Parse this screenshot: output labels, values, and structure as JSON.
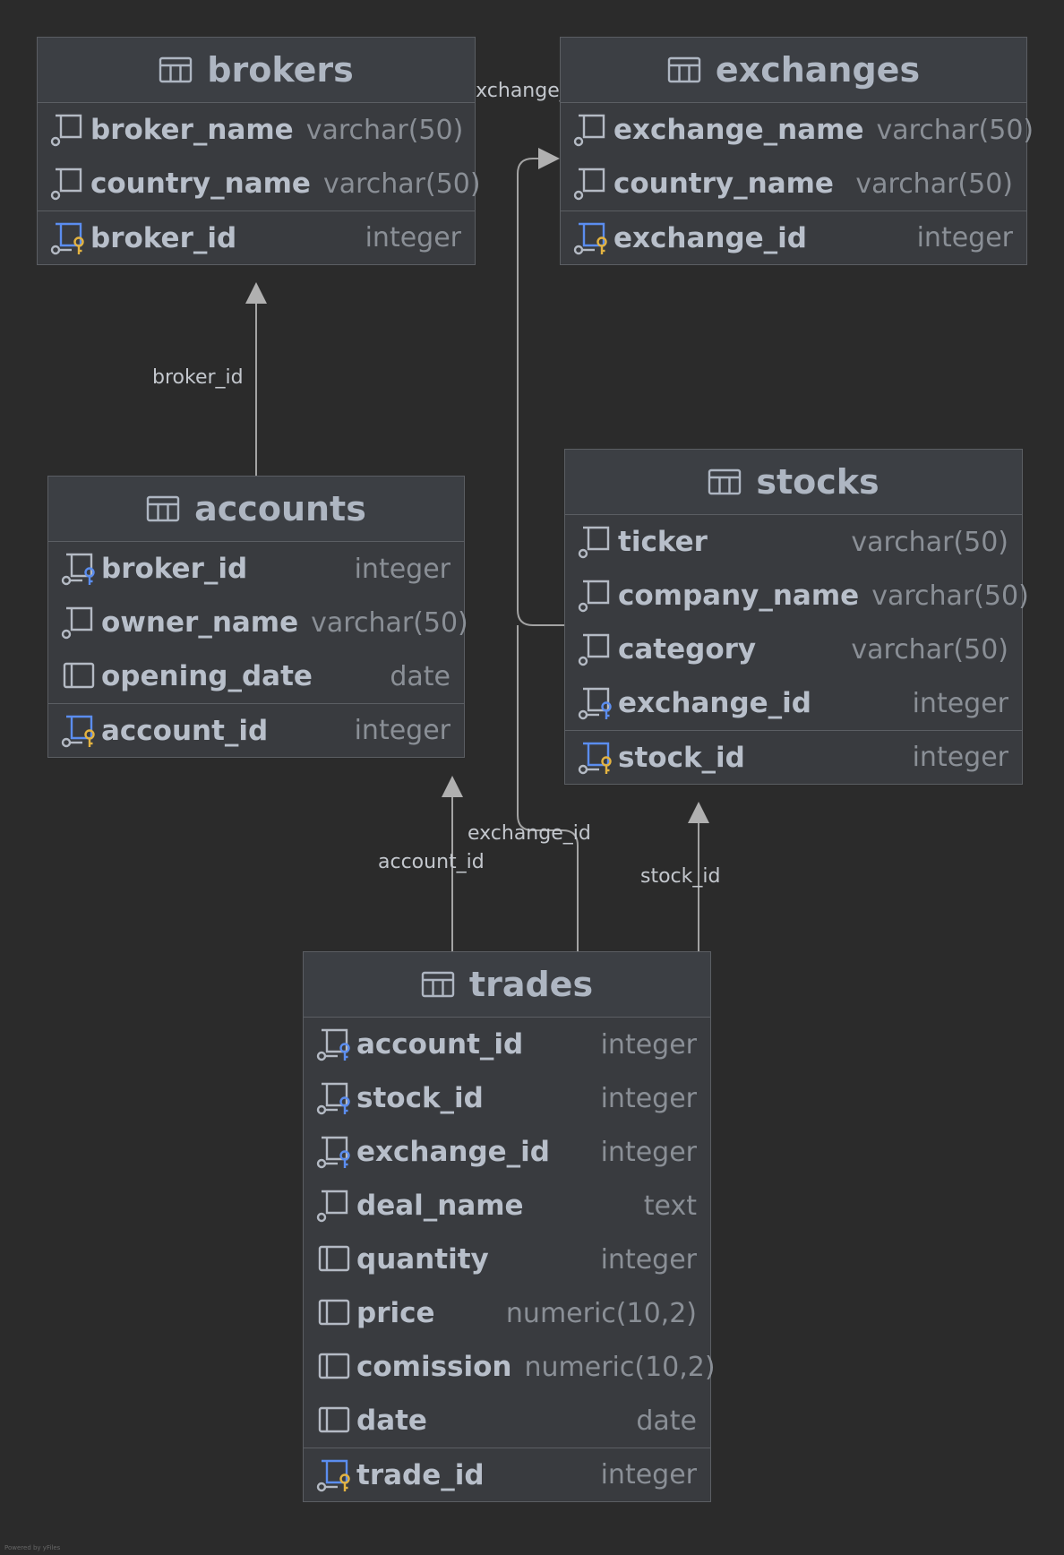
{
  "tables": {
    "brokers": {
      "name": "brokers",
      "columns": [
        {
          "name": "broker_name",
          "type": "varchar(50)",
          "icon": "column-icon"
        },
        {
          "name": "country_name",
          "type": "varchar(50)",
          "icon": "column-icon"
        }
      ],
      "pk": {
        "name": "broker_id",
        "type": "integer",
        "icon": "primary-key-icon"
      }
    },
    "exchanges": {
      "name": "exchanges",
      "columns": [
        {
          "name": "exchange_name",
          "type": "varchar(50)",
          "icon": "column-icon"
        },
        {
          "name": "country_name",
          "type": "varchar(50)",
          "icon": "column-icon"
        }
      ],
      "pk": {
        "name": "exchange_id",
        "type": "integer",
        "icon": "primary-key-icon"
      }
    },
    "accounts": {
      "name": "accounts",
      "columns": [
        {
          "name": "broker_id",
          "type": "integer",
          "icon": "foreign-key-icon"
        },
        {
          "name": "owner_name",
          "type": "varchar(50)",
          "icon": "column-icon"
        },
        {
          "name": "opening_date",
          "type": "date",
          "icon": "nullable-column-icon"
        }
      ],
      "pk": {
        "name": "account_id",
        "type": "integer",
        "icon": "primary-key-icon"
      }
    },
    "stocks": {
      "name": "stocks",
      "columns": [
        {
          "name": "ticker",
          "type": "varchar(50)",
          "icon": "column-icon"
        },
        {
          "name": "company_name",
          "type": "varchar(50)",
          "icon": "column-icon"
        },
        {
          "name": "category",
          "type": "varchar(50)",
          "icon": "column-icon"
        },
        {
          "name": "exchange_id",
          "type": "integer",
          "icon": "foreign-key-icon"
        }
      ],
      "pk": {
        "name": "stock_id",
        "type": "integer",
        "icon": "primary-key-icon"
      }
    },
    "trades": {
      "name": "trades",
      "columns": [
        {
          "name": "account_id",
          "type": "integer",
          "icon": "foreign-key-icon"
        },
        {
          "name": "stock_id",
          "type": "integer",
          "icon": "foreign-key-icon"
        },
        {
          "name": "exchange_id",
          "type": "integer",
          "icon": "foreign-key-icon"
        },
        {
          "name": "deal_name",
          "type": "text",
          "icon": "column-icon"
        },
        {
          "name": "quantity",
          "type": "integer",
          "icon": "nullable-column-icon"
        },
        {
          "name": "price",
          "type": "numeric(10,2)",
          "icon": "nullable-column-icon"
        },
        {
          "name": "comission",
          "type": "numeric(10,2)",
          "icon": "nullable-column-icon"
        },
        {
          "name": "date",
          "type": "date",
          "icon": "nullable-column-icon"
        }
      ],
      "pk": {
        "name": "trade_id",
        "type": "integer",
        "icon": "primary-key-icon"
      }
    }
  },
  "relations": [
    {
      "from": "accounts",
      "to": "brokers",
      "label": "broker_id"
    },
    {
      "from": "stocks",
      "to": "exchanges",
      "label": "exchange_id"
    },
    {
      "from": "trades",
      "to": "accounts",
      "label": "account_id"
    },
    {
      "from": "trades",
      "to": "exchanges",
      "label": "exchange_id"
    },
    {
      "from": "trades",
      "to": "stocks",
      "label": "stock_id"
    }
  ],
  "credit": "Powered by yFiles",
  "colors": {
    "background": "#2b2b2b",
    "line": "#a0a0a0",
    "key_gold": "#e3b341",
    "key_blue": "#5b8def"
  }
}
